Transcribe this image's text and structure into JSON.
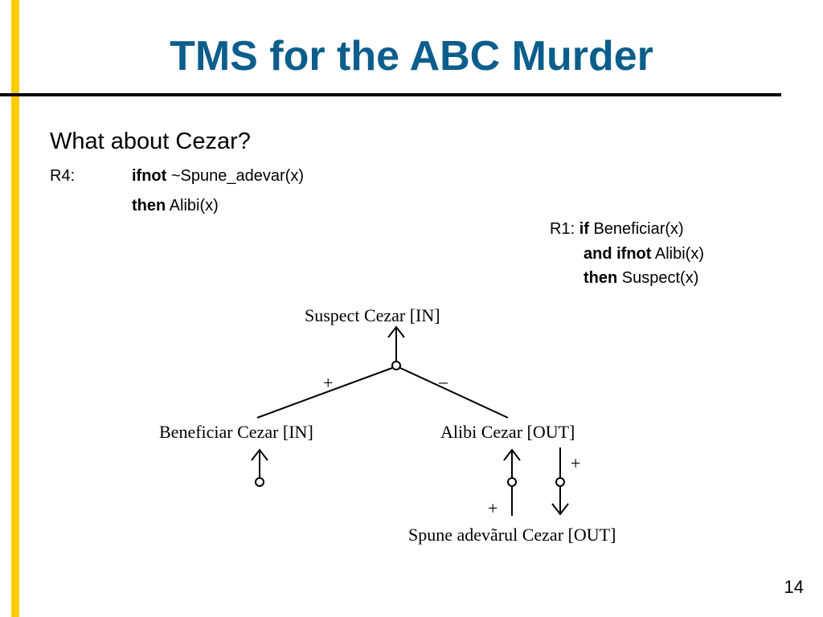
{
  "title": "TMS for the ABC Murder",
  "question": "What about Cezar?",
  "r4": {
    "label": "R4:",
    "line1_kw": "ifnot",
    "line1_text": " ~Spune_adevar(x)",
    "line2_kw": "then",
    "line2_text": " Alibi(x)"
  },
  "r1": {
    "label": "R1: ",
    "line1_kw": "if",
    "line1_text": " Beneficiar(x)",
    "line2_kw": "and ifnot",
    "line2_text": " Alibi(x)",
    "line3_kw": "then",
    "line3_text": " Suspect(x)"
  },
  "nodes": {
    "suspect": "Suspect Cezar  [IN]",
    "beneficiar": "Beneficiar Cezar  [IN]",
    "alibi": "Alibi Cezar  [OUT]",
    "spune": "Spune adevãrul Cezar  [OUT]"
  },
  "signs": {
    "plus_left": "+",
    "minus_right": "–",
    "plus_alibi": "+",
    "plus_spune": "+"
  },
  "page_number": "14"
}
